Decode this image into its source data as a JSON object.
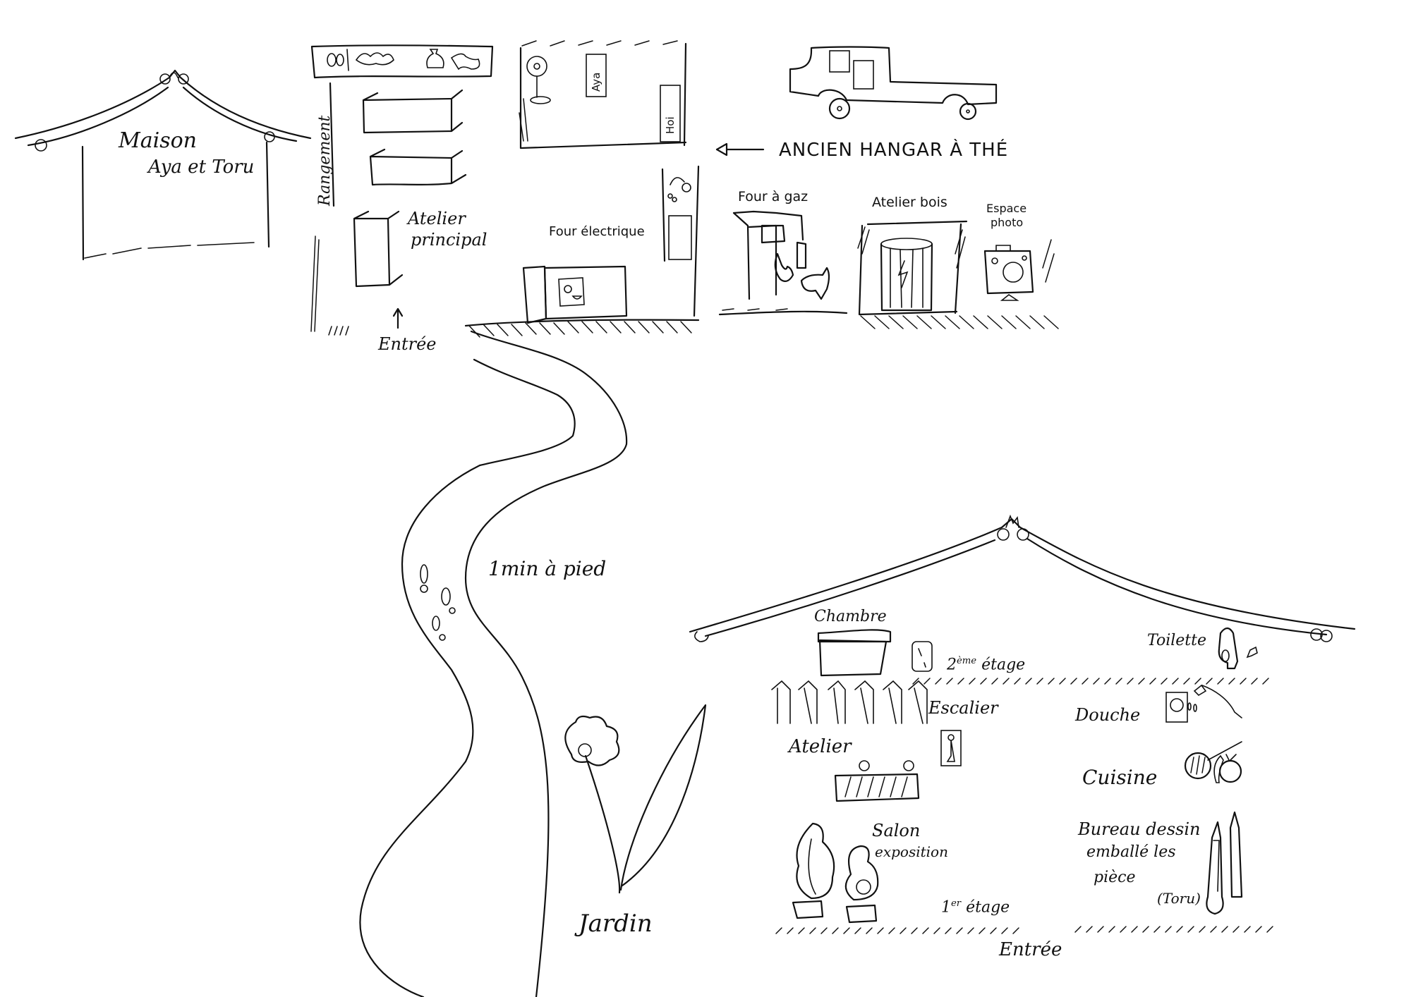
{
  "title": "Plan du site — Maison et atelier Aya et Toru",
  "colors": {
    "ink": "#111111",
    "paper": "#ffffff"
  },
  "house_top_left": {
    "label_line1": "Maison",
    "label_line2": "Aya et Toru"
  },
  "atelier": {
    "shelf_label": "Rangement",
    "main_label_line1": "Atelier",
    "main_label_line2": "principal",
    "entrance_label": "Entrée",
    "shelf_items": [
      "brushes-icon",
      "leaf-ornament-icon",
      "vase-icon",
      "cloth-icon"
    ],
    "office": {
      "cabinet_labels": [
        "Aya",
        "Hoi"
      ],
      "items": [
        "fan-icon",
        "locker-icon"
      ]
    },
    "rooms": [
      {
        "label": "Four électrique",
        "icon": "electric-kiln-icon"
      },
      {
        "label": "Four à gaz",
        "icon": "gas-kiln-icon"
      },
      {
        "label": "Atelier bois",
        "icon": "wood-log-icon"
      },
      {
        "label_line1": "Espace",
        "label_line2": "photo",
        "icon": "camera-icon"
      }
    ],
    "sink_icon": "sink-icon"
  },
  "hangar": {
    "label": "ANCIEN HANGAR À THÉ",
    "arrow": "arrow-left-icon",
    "vehicle": "truck-icon"
  },
  "path": {
    "label": "1min à pied",
    "footprints_icon": "footprints-icon"
  },
  "garden": {
    "label": "Jardin",
    "icon": "flower-icon"
  },
  "house_bottom_right": {
    "floor2": {
      "label_prefix": "2",
      "label_sup": "ème",
      "label_rest": " étage",
      "rooms": [
        {
          "label": "Chambre",
          "icon": "bed-icon"
        },
        {
          "label": "Toilette",
          "icon": "toilet-icon"
        }
      ],
      "clock_icon": "clock-icon"
    },
    "stairs_label": "Escalier",
    "rooms": [
      {
        "label": "Atelier",
        "icon": "workbench-icon"
      },
      {
        "label": "Douche",
        "icon": "shower-icon"
      },
      {
        "label": "Cuisine",
        "icon": "frying-pan-icon"
      }
    ],
    "office": {
      "label_line1": "Bureau dessin",
      "label_line2": "emballé les",
      "label_line3": "pièce",
      "owner": "(Toru)",
      "icon": "cutter-and-pencil-icon"
    },
    "salon": {
      "label_line1": "Salon",
      "label_line2": "exposition",
      "icon": "sculptures-icon"
    },
    "floor1": {
      "label_prefix": "1",
      "label_sup": "er",
      "label_rest": " étage"
    },
    "entrance_label": "Entrée"
  }
}
